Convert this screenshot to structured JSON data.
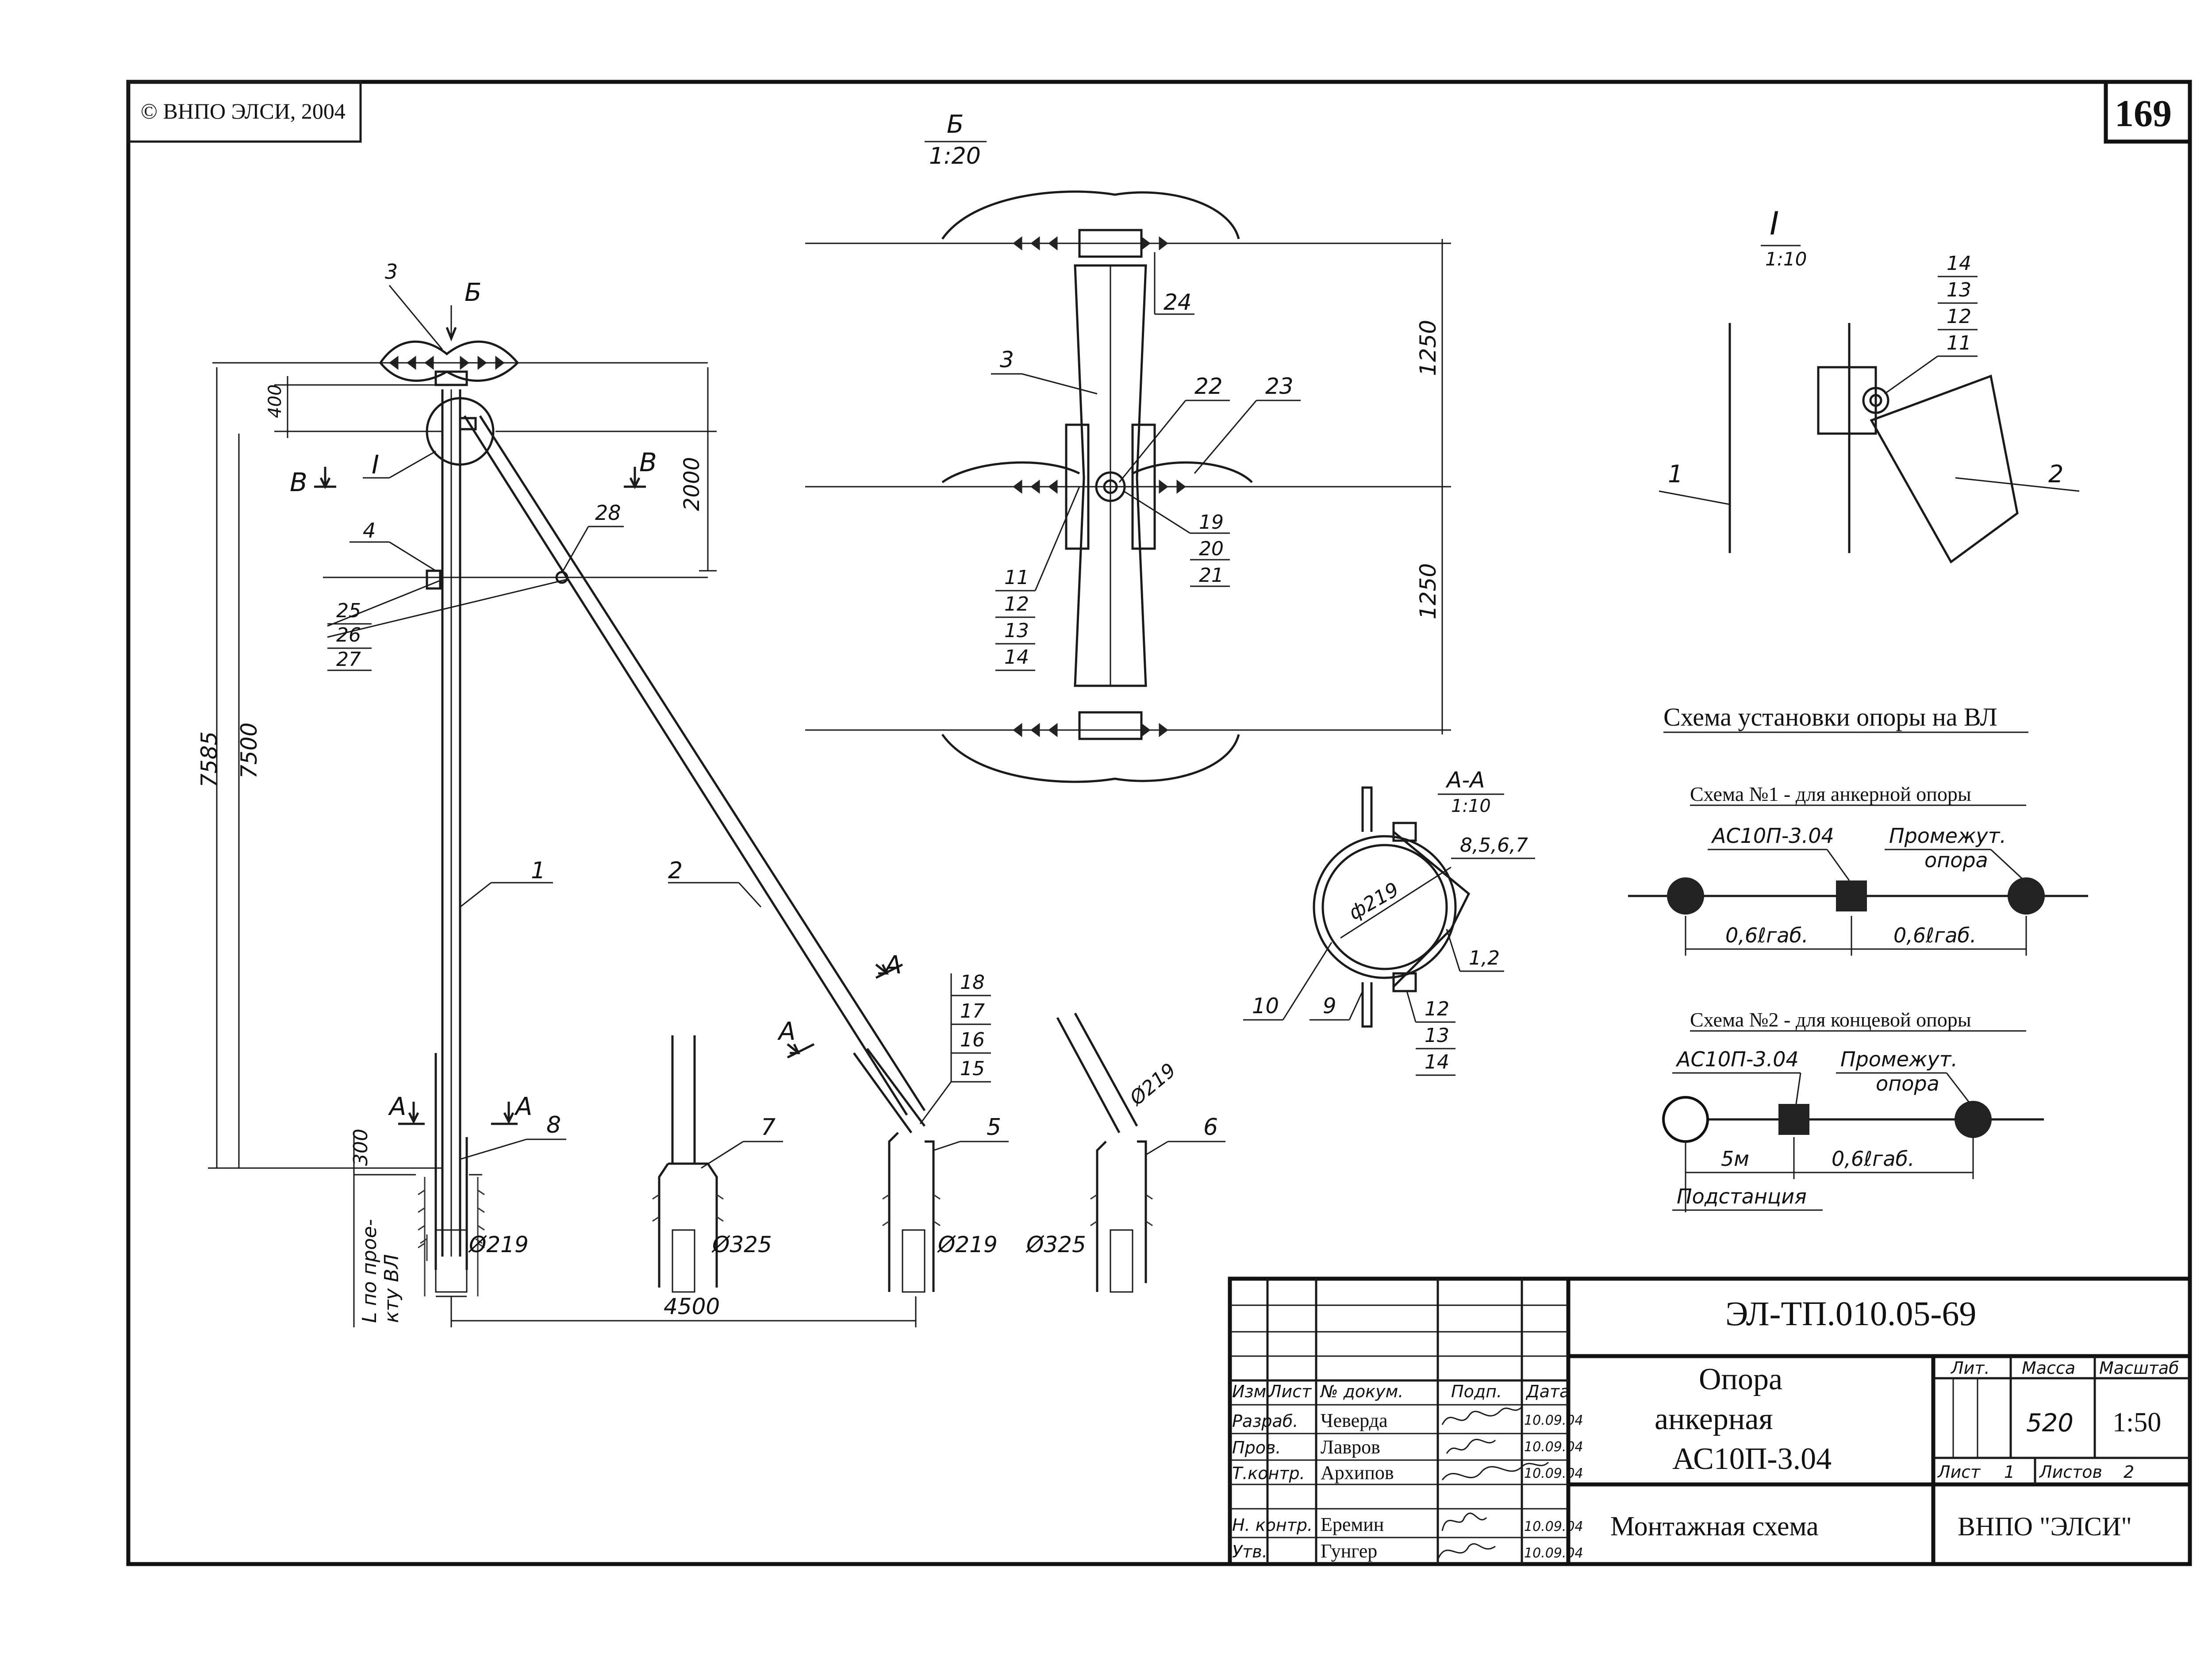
{
  "copyright": "© ВНПО ЭЛСИ, 2004",
  "page_number": "169",
  "views": {
    "b_title": "Б",
    "b_scale": "1:20",
    "i_title": "I",
    "i_scale": "1:10",
    "aa_title": "А-А",
    "aa_scale": "1:10"
  },
  "main_view": {
    "arrow_b": "Б",
    "section_v_left": "В",
    "section_v_right": "В",
    "detail_i": "I",
    "section_a1": "А",
    "section_a2": "А",
    "section_a3": "А",
    "section_a4": "А",
    "dim_400": "400",
    "dim_2000": "2000",
    "dim_7585": "7585",
    "dim_7500": "7500",
    "dim_300": "300",
    "dim_4500": "4500",
    "depth_note": "L по прое-\nкту ВЛ",
    "d219_a": "Ø219",
    "d325_a": "Ø325",
    "d219_b": "Ø219",
    "d325_b": "Ø325",
    "d219_c": "Ø219"
  },
  "view_b": {
    "dim_1250_top": "1250",
    "dim_1250_bottom": "1250"
  },
  "view_aa": {
    "dia": "ф219",
    "ref_857": "8,5,6,7",
    "ref_12": "1,2"
  },
  "callouts": {
    "c1": "1",
    "c2": "2",
    "c3": "3",
    "c4": "4",
    "c5": "5",
    "c6": "6",
    "c7": "7",
    "c8": "8",
    "c9": "9",
    "c10": "10",
    "c11": "11",
    "c12": "12",
    "c13": "13",
    "c14": "14",
    "c15": "15",
    "c16": "16",
    "c17": "17",
    "c18": "18",
    "c19": "19",
    "c20": "20",
    "c21": "21",
    "c22": "22",
    "c23": "23",
    "c24": "24",
    "c25": "25",
    "c26": "26",
    "c27": "27",
    "c28": "28",
    "b3": "3",
    "b11": "11",
    "b12": "12",
    "b13": "13",
    "b14": "14",
    "i1": "1",
    "i2": "2",
    "i11": "11",
    "i12": "12",
    "i13": "13",
    "i14": "14",
    "aa12": "12",
    "aa13": "13",
    "aa14": "14"
  },
  "schemes": {
    "title": "Схема установки опоры на ВЛ",
    "s1_title": "Схема №1 - для анкерной опоры",
    "s1_label_pole": "АС10П-3.04",
    "s1_label_mid": "Промежут.\nопора",
    "s1_span_left": "0,6ℓгаб.",
    "s1_span_right": "0,6ℓгаб.",
    "s2_title": "Схема №2 - для концевой опоры",
    "s2_label_pole": "АС10П-3.04",
    "s2_label_mid": "Промежут.\nопора",
    "s2_span_left": "5м",
    "s2_span_right": "0,6ℓгаб.",
    "s2_substation": "Подстанция"
  },
  "title_block": {
    "doc_code": "ЭЛ-ТП.010.05-69",
    "title": "Опора\nанкерная\nАС10П-3.04",
    "subtitle": "Монтажная схема",
    "org": "ВНПО \"ЭЛСИ\"",
    "col_izm": "Изм.",
    "col_list": "Лист",
    "col_doc": "№ докум.",
    "col_sign": "Подп.",
    "col_date": "Дата",
    "row1_role": "Разраб.",
    "row1_name": "Чеверда",
    "row2_role": "Пров.",
    "row2_name": "Лавров",
    "row3_role": "Т.контр.",
    "row3_name": "Архипов",
    "row4_role": "Н. контр.",
    "row4_name": "Еремин",
    "row5_role": "Утв.",
    "row5_name": "Гунгер",
    "lit_label": "Лит.",
    "mass_label": "Масса",
    "scale_label": "Масштаб",
    "mass_value": "520",
    "scale_value": "1:50",
    "sheet_label": "Лист",
    "sheet_value": "1",
    "sheets_label": "Листов",
    "sheets_value": "2"
  }
}
